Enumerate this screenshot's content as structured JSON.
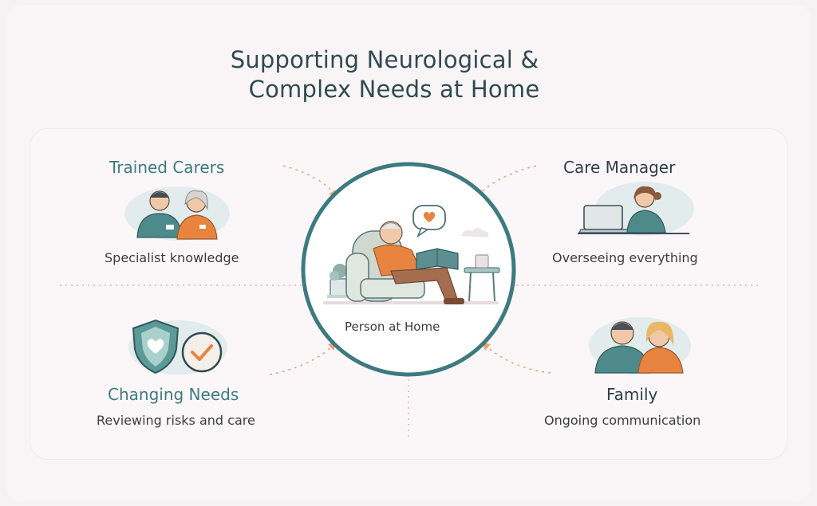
{
  "title": {
    "line1": "Supporting Neurological &",
    "line2": "Complex Needs at Home"
  },
  "center": {
    "label": "Person at Home",
    "icon": "person-reading-in-armchair-icon"
  },
  "nodes": [
    {
      "heading": "Trained Carers",
      "subtitle": "Specialist knowledge",
      "icon": "carers-icon"
    },
    {
      "heading": "Care Manager",
      "subtitle": "Overseeing everything",
      "icon": "manager-laptop-icon"
    },
    {
      "heading": "Changing Needs",
      "subtitle": "Reviewing risks and care",
      "icon": "shield-heart-check-icon"
    },
    {
      "heading": "Family",
      "subtitle": "Ongoing communication",
      "icon": "family-icon"
    }
  ],
  "colors": {
    "teal": "#3d7a80",
    "dark": "#2f4a52",
    "orange": "#e8843f",
    "text": "#3a3d40"
  }
}
